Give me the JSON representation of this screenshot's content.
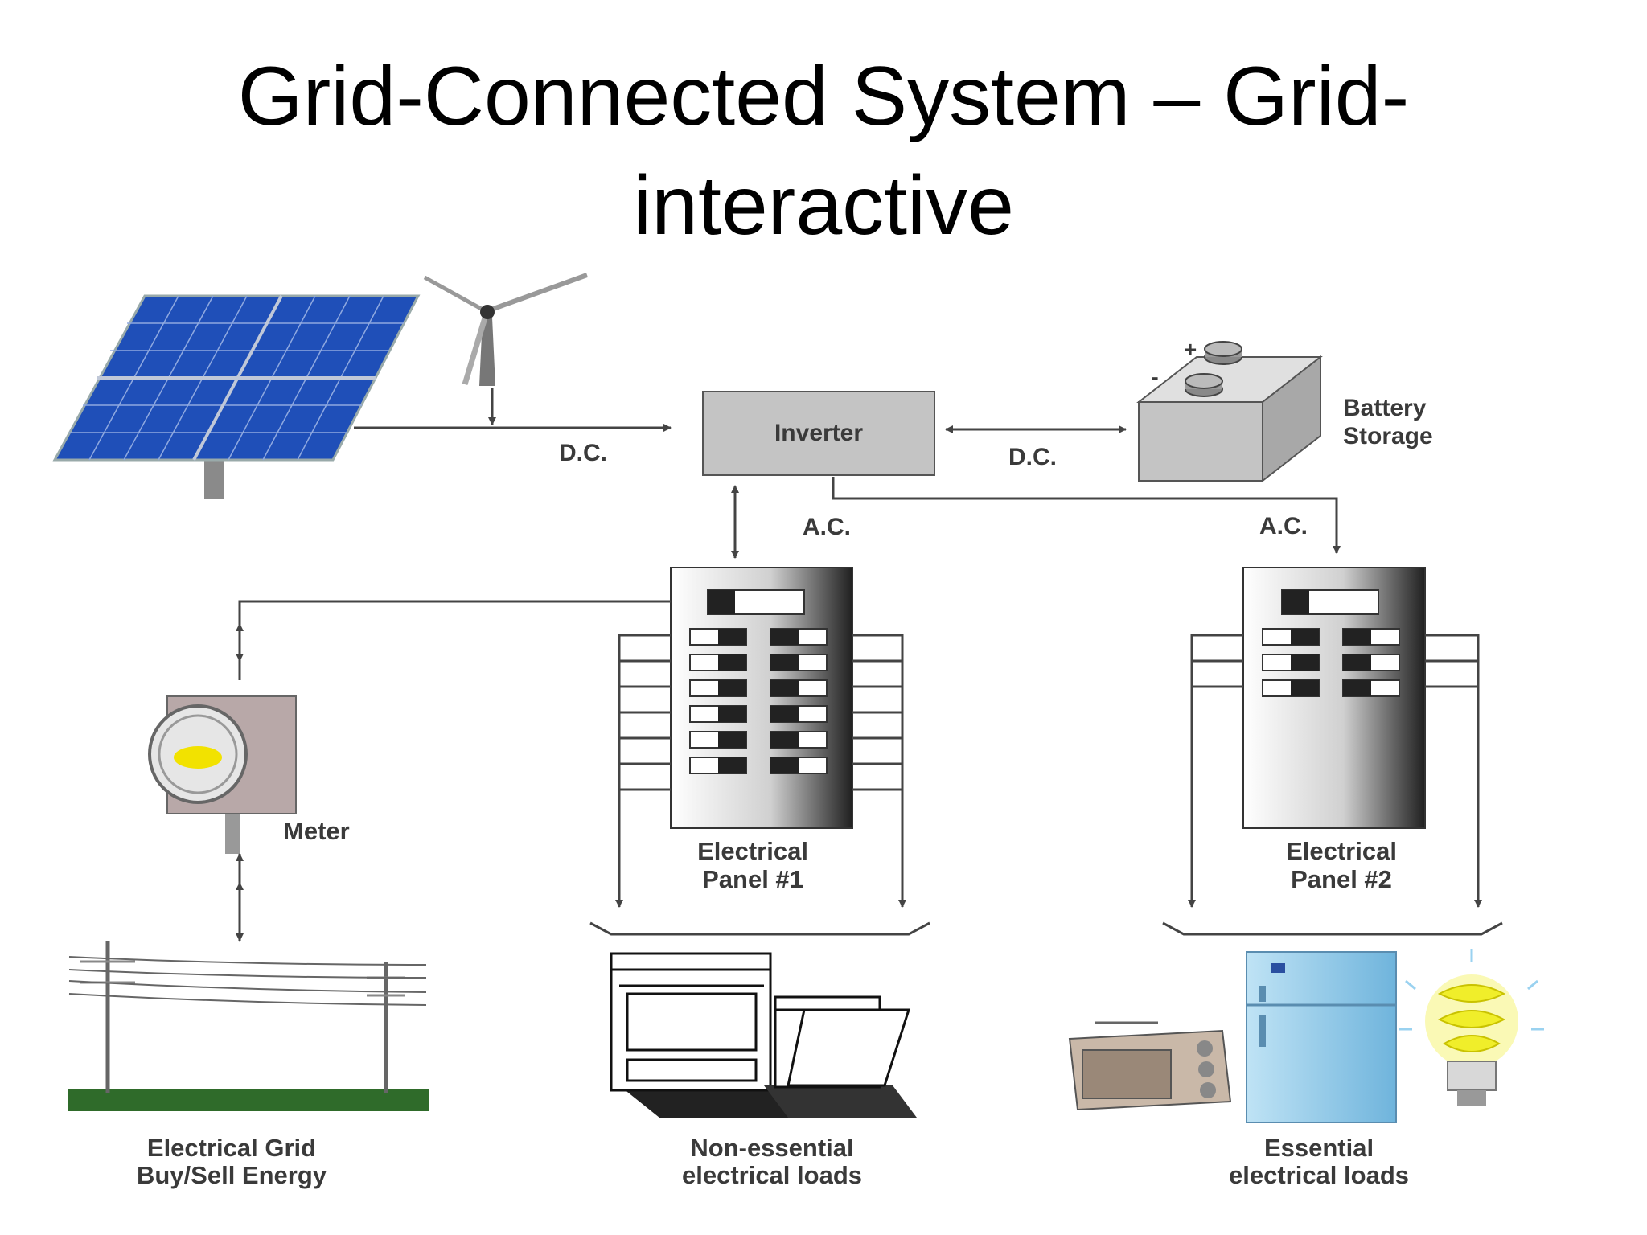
{
  "title": {
    "line1": "Grid-Connected System – Grid-",
    "line2": "interactive"
  },
  "labels": {
    "inverter": "Inverter",
    "dc_left": "D.C.",
    "dc_right": "D.C.",
    "ac_left": "A.C.",
    "ac_right": "A.C.",
    "battery_line1": "Battery",
    "battery_line2": "Storage",
    "battery_plus": "+",
    "battery_minus": "-",
    "meter": "Meter",
    "panel1_line1": "Electrical",
    "panel1_line2": "Panel #1",
    "panel2_line1": "Electrical",
    "panel2_line2": "Panel #2",
    "grid_line1": "Electrical Grid",
    "grid_line2": "Buy/Sell Energy",
    "nonessential_line1": "Non-essential",
    "nonessential_line2": "electrical loads",
    "essential_line1": "Essential",
    "essential_line2": "electrical loads"
  },
  "icons": [
    "solar-panel-icon",
    "wind-turbine-icon",
    "battery-icon",
    "meter-icon",
    "power-lines-icon",
    "stove-icon",
    "dishwasher-icon",
    "radio-icon",
    "refrigerator-icon",
    "light-bulb-icon"
  ],
  "colors": {
    "solar_blue": "#1f4fb8",
    "box_gray": "#c4c4c4",
    "meter_yellow": "#f2e200",
    "fridge_blue": "#8ec9ea",
    "bulb_yellow": "#f0ee2a",
    "grass_green": "#2f6b2a"
  }
}
